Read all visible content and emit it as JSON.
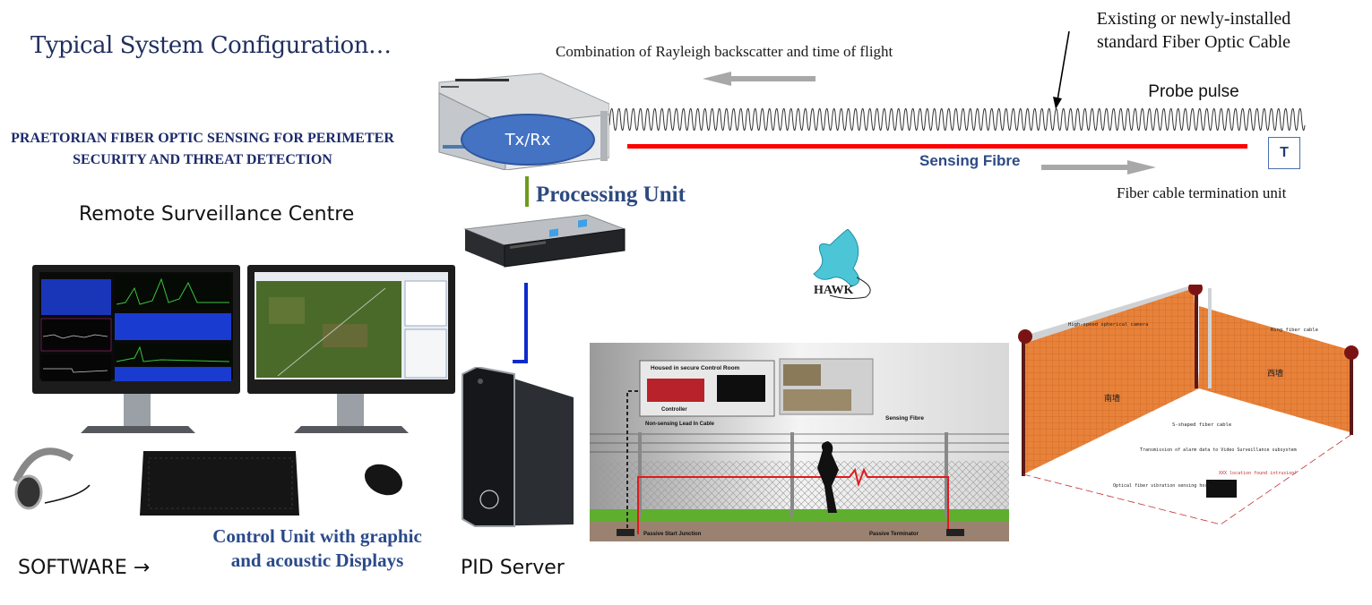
{
  "slide": {
    "title": "Typical System Configuration…",
    "subtitle": "PRAETORIAN FIBER OPTIC SENSING FOR PERIMETER SECURITY AND THREAT DETECTION",
    "remote_label": "Remote Surveillance Centre",
    "software_label": "SOFTWARE →",
    "control_label": "Control Unit with graphic and acoustic Displays",
    "pid_label": "PID Server",
    "processing_label": "Processing Unit",
    "txrx_label": "Tx/Rx",
    "combination_label": "Combination of Rayleigh backscatter and time of flight",
    "existing_label": "Existing or newly-installed standard Fiber Optic Cable",
    "probe_label": "Probe pulse",
    "sensing_label": "Sensing Fibre",
    "termination_box": "T",
    "termination_label": "Fiber cable termination unit",
    "logo_text": "HAWK"
  },
  "fence_diagram": {
    "control_room_label": "Housed in secure Control Room",
    "controller_label": "Controller",
    "non_sensing_label": "Non-sensing Lead In Cable",
    "sensing_fibre_label": "Sensing Fibre",
    "start_junction_label": "Passive Start Junction",
    "terminator_label": "Passive Terminator"
  },
  "wall_diagram": {
    "camera_label": "High-speed spherical camera",
    "ring_label": "Ring fiber cable",
    "south_wall": "南墙",
    "west_wall": "西墙",
    "s_cable_label": "S-shaped fiber cable",
    "transmission_label": "Transmission of alarm data to Video Surveillance subsystem",
    "alert_label": "XXX location found intrusion!",
    "host_label": "Optical fiber vibration sensing host"
  },
  "colors": {
    "title": "#1f2f5e",
    "subtitle": "#1c2a6b",
    "accent_blue": "#2d4a80",
    "sensing_red": "#ff0000",
    "connector_blue": "#0b2ccc",
    "tx_ellipse": "#4473c4",
    "processing_bar": "#6f9a1e",
    "wall_orange": "#e8823a"
  }
}
